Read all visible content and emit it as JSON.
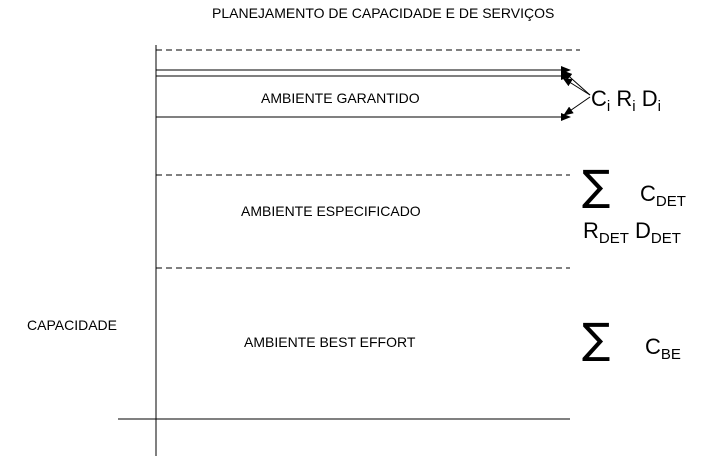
{
  "title": "PLANEJAMENTO DE CAPACIDADE E DE SERVIÇOS",
  "axis_label": "CAPACIDADE",
  "regions": {
    "garantido": "AMBIENTE GARANTIDO",
    "especificado": "AMBIENTE ESPECIFICADO",
    "best_effort": "AMBIENTE BEST EFFORT"
  },
  "symbols": {
    "garantido": {
      "c": "C",
      "c_sub": "i",
      "r": "R",
      "r_sub": "i",
      "d": "D",
      "d_sub": "i"
    },
    "especificado": {
      "sum": "∑",
      "c": "C",
      "c_sub": "DET",
      "r": "R",
      "r_sub": "DET",
      "d": "D",
      "d_sub": "DET"
    },
    "best_effort": {
      "sum": "∑",
      "c": "C",
      "c_sub": "BE"
    }
  },
  "colors": {
    "line": "#000000",
    "background": "#ffffff"
  }
}
